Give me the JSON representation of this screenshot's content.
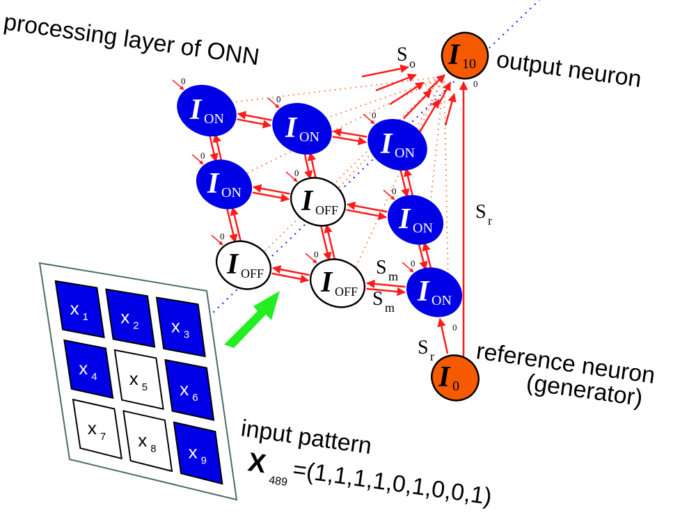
{
  "labels": {
    "processing_layer": "processing layer of ONN",
    "output_neuron": "output neuron",
    "reference_neuron": "reference neuron",
    "generator": "(generator)",
    "input_pattern": "input pattern",
    "pattern_symbol": "X",
    "pattern_subscript": "489",
    "pattern_value": "=(1,1,1,1,0,1,0,0,1)"
  },
  "colors": {
    "on_fill": "#0000e6",
    "off_fill": "#ffffff",
    "special_fill": "#f55a00",
    "arrow": "#ff1a1a",
    "dotted_orange": "#ff6a2a",
    "dotted_blue": "#1a1aff",
    "green_arrow": "#22ee22"
  },
  "neurons": [
    {
      "id": "n1",
      "I": "I",
      "sub": "ON",
      "state": "on"
    },
    {
      "id": "n2",
      "I": "I",
      "sub": "ON",
      "state": "on"
    },
    {
      "id": "n3",
      "I": "I",
      "sub": "ON",
      "state": "on"
    },
    {
      "id": "n4",
      "I": "I",
      "sub": "ON",
      "state": "on"
    },
    {
      "id": "n5",
      "I": "I",
      "sub": "OFF",
      "state": "off"
    },
    {
      "id": "n6",
      "I": "I",
      "sub": "ON",
      "state": "on"
    },
    {
      "id": "n7",
      "I": "I",
      "sub": "OFF",
      "state": "off"
    },
    {
      "id": "n8",
      "I": "I",
      "sub": "OFF",
      "state": "off"
    },
    {
      "id": "n9",
      "I": "I",
      "sub": "ON",
      "state": "on"
    }
  ],
  "output_neuron": {
    "I": "I",
    "sub": "10"
  },
  "reference": {
    "I": "I",
    "sub": "0"
  },
  "phase_label": "0",
  "couplings": {
    "so": {
      "S": "S",
      "sub": "o"
    },
    "sr": {
      "S": "S",
      "sub": "r"
    },
    "sm": {
      "S": "S",
      "sub": "m"
    }
  },
  "input_cells": [
    {
      "x": "x",
      "sub": "1",
      "value": 1
    },
    {
      "x": "x",
      "sub": "2",
      "value": 1
    },
    {
      "x": "x",
      "sub": "3",
      "value": 1
    },
    {
      "x": "x",
      "sub": "4",
      "value": 1
    },
    {
      "x": "x",
      "sub": "5",
      "value": 0
    },
    {
      "x": "x",
      "sub": "6",
      "value": 1
    },
    {
      "x": "x",
      "sub": "7",
      "value": 0
    },
    {
      "x": "x",
      "sub": "8",
      "value": 0
    },
    {
      "x": "x",
      "sub": "9",
      "value": 1
    }
  ]
}
